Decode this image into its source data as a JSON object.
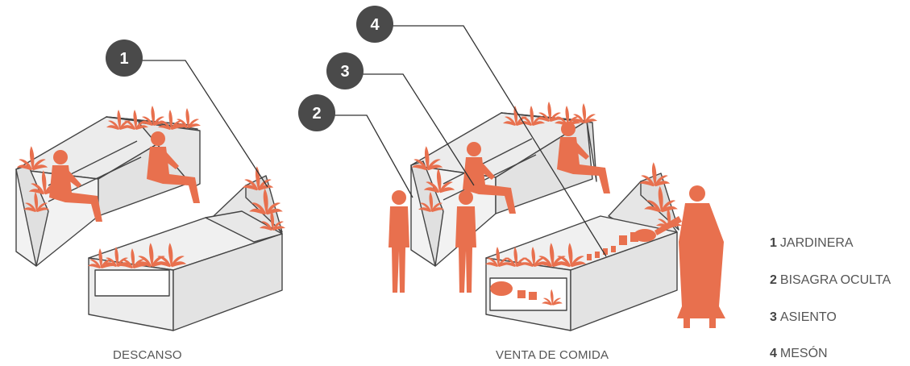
{
  "diagram": {
    "scenes": [
      {
        "caption": "DESCANSO"
      },
      {
        "caption": "VENTA DE COMIDA"
      }
    ],
    "callouts": [
      "1",
      "2",
      "3",
      "4"
    ],
    "legend": [
      {
        "num": "1",
        "label": "JARDINERA"
      },
      {
        "num": "2",
        "label": "BISAGRA OCULTA"
      },
      {
        "num": "3",
        "label": "ASIENTO"
      },
      {
        "num": "4",
        "label": "MESÓN"
      }
    ],
    "colors": {
      "figure": "#E8704E",
      "furniture_fill": "#ECECEC",
      "furniture_stroke": "#444444",
      "badge": "#4A4A4A",
      "text": "#555555"
    }
  }
}
